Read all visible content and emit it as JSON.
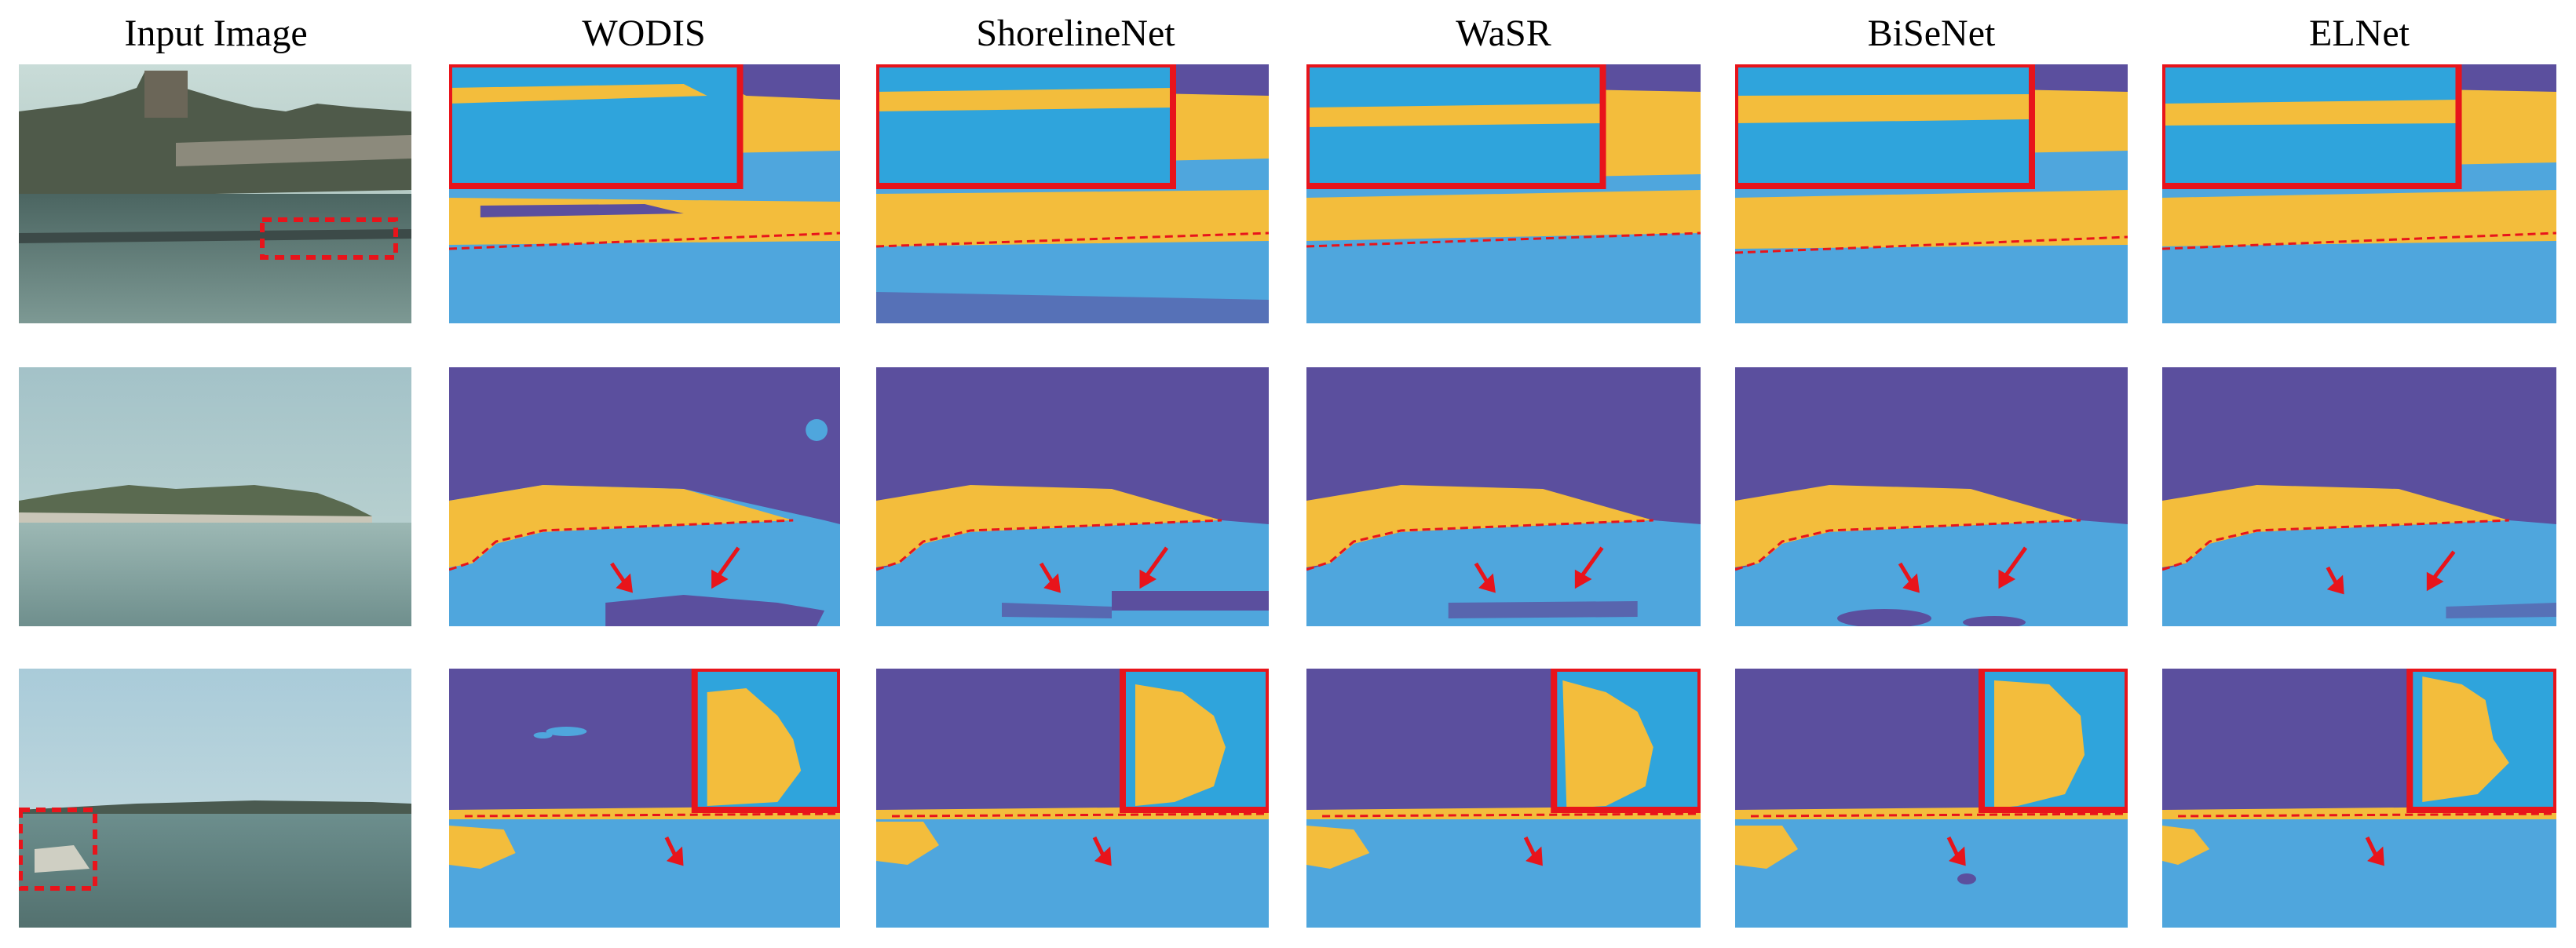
{
  "figure": {
    "column_headers": [
      "Input Image",
      "WODIS",
      "ShorelineNet",
      "WaSR",
      "BiSeNet",
      "ELNet"
    ]
  },
  "colors": {
    "sky": "#5b4f9e",
    "land": "#f3bd3c",
    "water": "#4fa6dd",
    "highlight_water": "#2fa4dc",
    "annotation": "#e8141b",
    "photo_sky_1": "#b7d0cf",
    "photo_water_1": "#5e7a76",
    "photo_sky_2": "#a9c7cd",
    "photo_water_2": "#7f9e9d",
    "photo_sky_3": "#a8c8d6",
    "photo_water_3": "#5f8686"
  },
  "icons": {
    "solid_box": "solid-red-box-icon",
    "dashed_box": "dashed-red-box-icon",
    "arrow": "red-arrow-icon",
    "dashed_line": "red-dashed-shoreline-icon"
  }
}
